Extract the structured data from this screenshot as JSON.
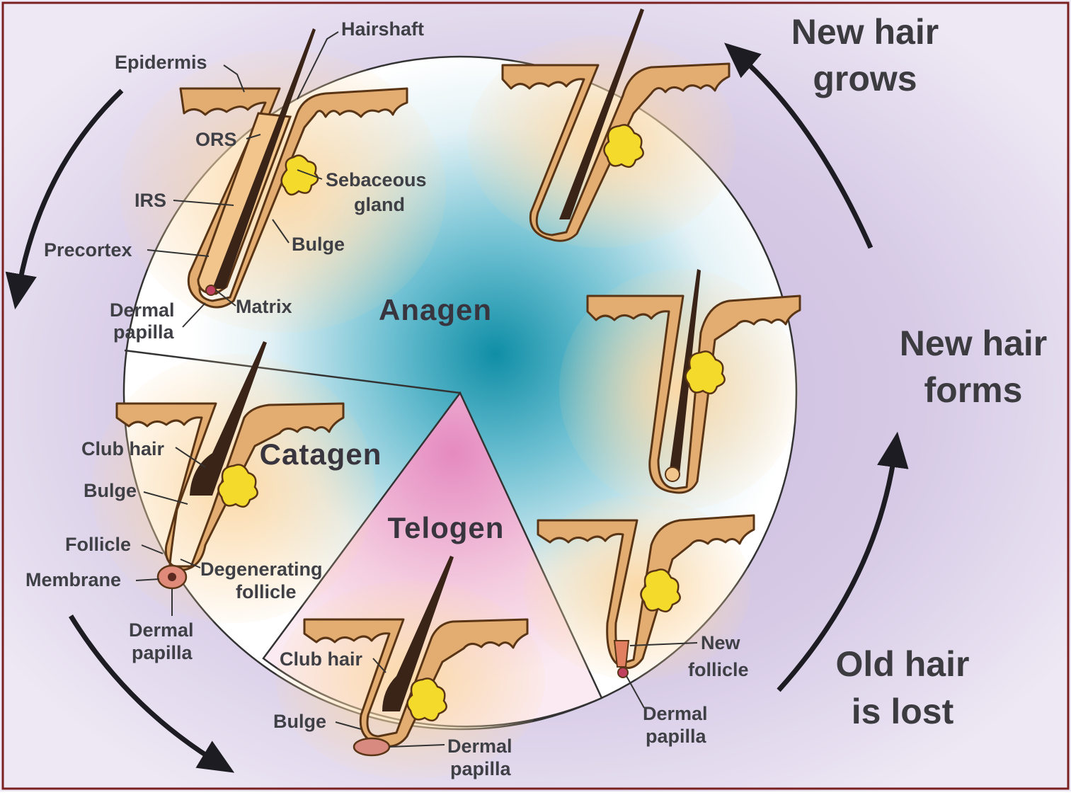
{
  "cycle_labels": {
    "new_hair_grows": [
      "New hair",
      "grows"
    ],
    "new_hair_forms": [
      "New hair",
      "forms"
    ],
    "old_hair_is_lost": [
      "Old hair",
      "is lost"
    ]
  },
  "phases": {
    "anagen": "Anagen",
    "catagen": "Catagen",
    "telogen": "Telogen"
  },
  "anagen_labels": {
    "hairshaft": "Hairshaft",
    "epidermis": "Epidermis",
    "ors": "ORS",
    "irs": "IRS",
    "sebaceous_gland": [
      "Sebaceous",
      "gland"
    ],
    "bulge": "Bulge",
    "precortex": "Precortex",
    "dermal_papilla": [
      "Dermal",
      "papilla"
    ],
    "matrix": "Matrix"
  },
  "catagen_labels": {
    "club_hair": "Club hair",
    "bulge": "Bulge",
    "follicle": "Follicle",
    "membrane": "Membrane",
    "degenerating_follicle": [
      "Degenerating",
      "follicle"
    ],
    "dermal_papilla": [
      "Dermal",
      "papilla"
    ]
  },
  "telogen_labels": {
    "club_hair": "Club hair",
    "bulge": "Bulge",
    "dermal_papilla": [
      "Dermal",
      "papilla"
    ]
  },
  "regrowth_labels": {
    "new_follicle": [
      "New",
      "follicle"
    ],
    "dermal_papilla": [
      "Dermal",
      "papilla"
    ]
  },
  "colors": {
    "background": "#ddd4ea",
    "anagen_center": "#1796ab",
    "telogen_center": "#e79ac6",
    "skin": "#e3ad72",
    "gland": "#f4da2a",
    "hair": "#3a2418"
  }
}
